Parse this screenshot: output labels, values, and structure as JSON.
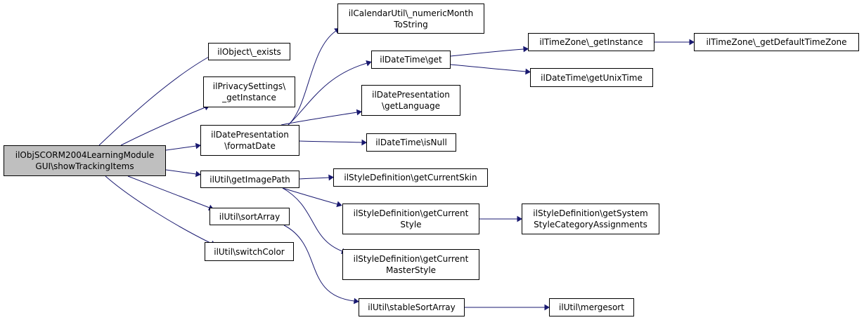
{
  "colors": {
    "edge": "#191970",
    "root_fill": "#bfbfbf",
    "node_fill": "#ffffff",
    "border": "#000000"
  },
  "nodes": {
    "showTrackingItems": {
      "lines": [
        "ilObjSCORM2004LearningModule",
        "GUI\\showTrackingItems"
      ]
    },
    "objectExists": {
      "lines": [
        "ilObject\\_exists"
      ]
    },
    "privacyGetInstance": {
      "lines": [
        "ilPrivacySettings\\",
        "_getInstance"
      ]
    },
    "formatDate": {
      "lines": [
        "ilDatePresentation",
        "\\formatDate"
      ]
    },
    "getImagePath": {
      "lines": [
        "ilUtil\\getImagePath"
      ]
    },
    "sortArray": {
      "lines": [
        "ilUtil\\sortArray"
      ]
    },
    "switchColor": {
      "lines": [
        "ilUtil\\switchColor"
      ]
    },
    "numericMonth": {
      "lines": [
        "ilCalendarUtil\\_numericMonth",
        "ToString"
      ]
    },
    "dateTimeGet": {
      "lines": [
        "ilDateTime\\get"
      ]
    },
    "getLanguage": {
      "lines": [
        "ilDatePresentation",
        "\\getLanguage"
      ]
    },
    "isNull": {
      "lines": [
        "ilDateTime\\isNull"
      ]
    },
    "getCurrentSkin": {
      "lines": [
        "ilStyleDefinition\\getCurrentSkin"
      ]
    },
    "getCurrentStyle": {
      "lines": [
        "ilStyleDefinition\\getCurrent",
        "Style"
      ]
    },
    "getCurrentMasterStyle": {
      "lines": [
        "ilStyleDefinition\\getCurrent",
        "MasterStyle"
      ]
    },
    "stableSortArray": {
      "lines": [
        "ilUtil\\stableSortArray"
      ]
    },
    "timeZoneGetInstance": {
      "lines": [
        "ilTimeZone\\_getInstance"
      ]
    },
    "getUnixTime": {
      "lines": [
        "ilDateTime\\getUnixTime"
      ]
    },
    "systemStyleCategory": {
      "lines": [
        "ilStyleDefinition\\getSystem",
        "StyleCategoryAssignments"
      ]
    },
    "mergesort": {
      "lines": [
        "ilUtil\\mergesort"
      ]
    },
    "getDefaultTimeZone": {
      "lines": [
        "ilTimeZone\\_getDefaultTimeZone"
      ]
    }
  },
  "edges": [
    [
      "showTrackingItems",
      "objectExists"
    ],
    [
      "showTrackingItems",
      "privacyGetInstance"
    ],
    [
      "showTrackingItems",
      "formatDate"
    ],
    [
      "showTrackingItems",
      "getImagePath"
    ],
    [
      "showTrackingItems",
      "sortArray"
    ],
    [
      "showTrackingItems",
      "switchColor"
    ],
    [
      "formatDate",
      "numericMonth"
    ],
    [
      "formatDate",
      "dateTimeGet"
    ],
    [
      "formatDate",
      "getLanguage"
    ],
    [
      "formatDate",
      "isNull"
    ],
    [
      "getImagePath",
      "getCurrentSkin"
    ],
    [
      "getImagePath",
      "getCurrentStyle"
    ],
    [
      "getImagePath",
      "getCurrentMasterStyle"
    ],
    [
      "sortArray",
      "stableSortArray"
    ],
    [
      "dateTimeGet",
      "timeZoneGetInstance"
    ],
    [
      "dateTimeGet",
      "getUnixTime"
    ],
    [
      "getCurrentStyle",
      "systemStyleCategory"
    ],
    [
      "stableSortArray",
      "mergesort"
    ],
    [
      "timeZoneGetInstance",
      "getDefaultTimeZone"
    ]
  ]
}
